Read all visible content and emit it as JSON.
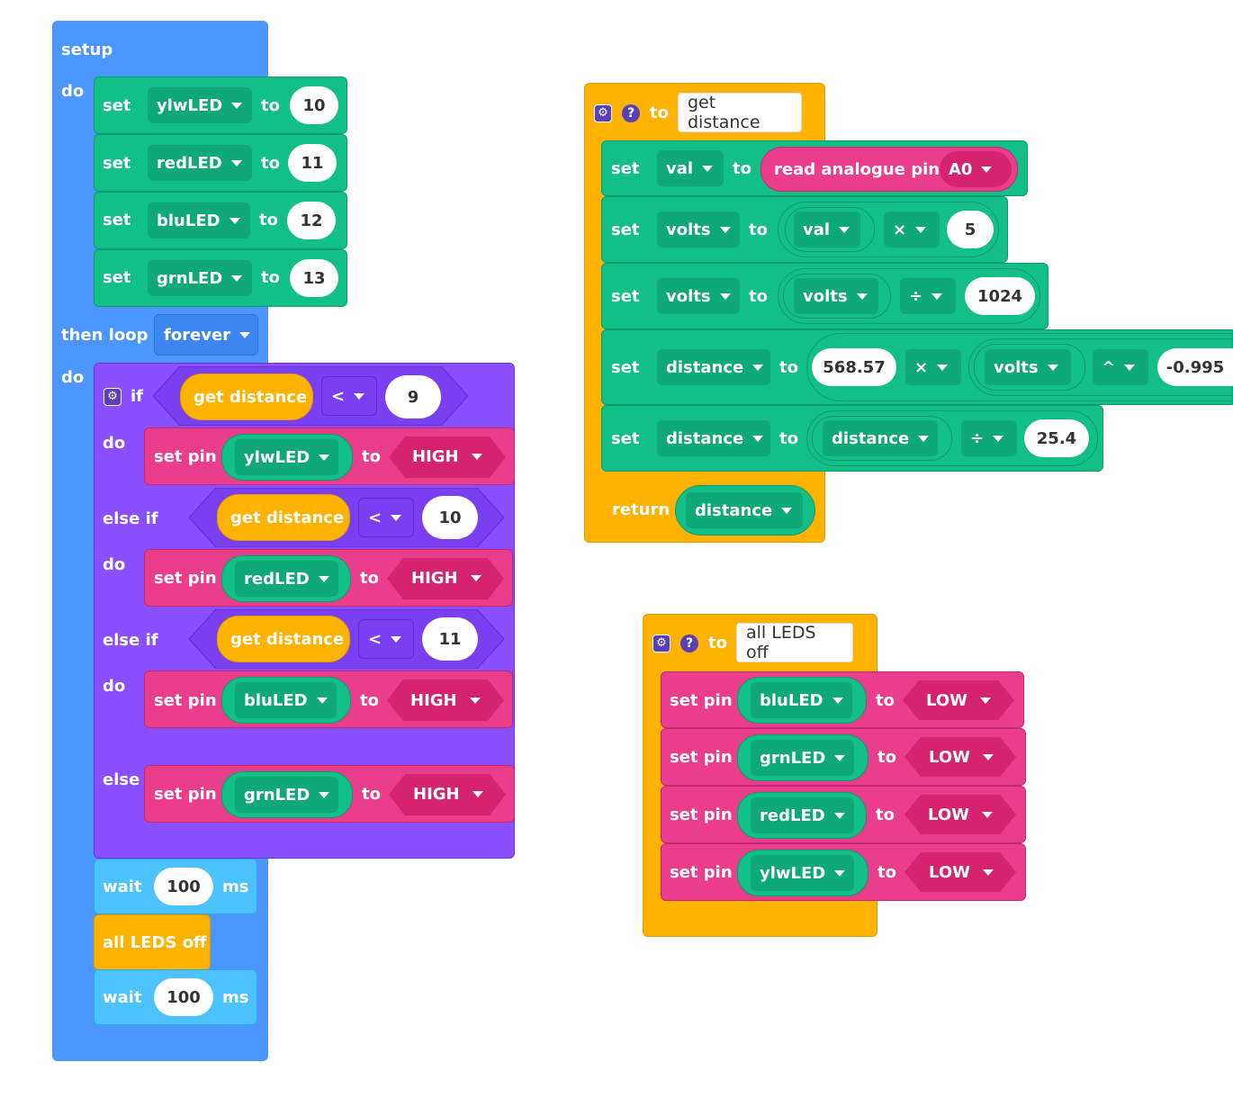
{
  "setup_block": {
    "title": "setup",
    "do1": "do",
    "sets": [
      {
        "kw": "set",
        "var": "ylwLED",
        "to": "to",
        "value": "10"
      },
      {
        "kw": "set",
        "var": "redLED",
        "to": "to",
        "value": "11"
      },
      {
        "kw": "set",
        "var": "bluLED",
        "to": "to",
        "value": "12"
      },
      {
        "kw": "set",
        "var": "grnLED",
        "to": "to",
        "value": "13"
      }
    ],
    "then_loop": "then loop",
    "loop_mode": "forever",
    "do2": "do"
  },
  "if_block": {
    "if": "if",
    "cond_fn": "get distance",
    "ops": [
      "<",
      "<",
      "<"
    ],
    "values": [
      "9",
      "10",
      "11"
    ],
    "do": "do",
    "else_if": "else if",
    "else": "else",
    "set_pin": "set pin",
    "to": "to",
    "pins": [
      "ylwLED",
      "redLED",
      "bluLED",
      "grnLED"
    ],
    "state": "HIGH"
  },
  "loop_tail": {
    "wait1": {
      "kw": "wait",
      "value": "100",
      "unit": "ms"
    },
    "call": "all LEDS off",
    "wait2": {
      "kw": "wait",
      "value": "100",
      "unit": "ms"
    }
  },
  "get_distance_fn": {
    "to": "to",
    "name": "get distance",
    "gear": "⚙",
    "help": "?",
    "set": "set",
    "to_kw": "to",
    "row1": {
      "var": "val",
      "fn": "read analogue pin",
      "pin": "A0"
    },
    "row2": {
      "var": "volts",
      "a": "val",
      "op": "×",
      "b": "5"
    },
    "row3": {
      "var": "volts",
      "a": "volts",
      "op": "÷",
      "b": "1024"
    },
    "row4": {
      "var": "distance",
      "a": "568.57",
      "op": "×",
      "b": "volts",
      "op2": "^",
      "c": "-0.995"
    },
    "row5": {
      "var": "distance",
      "a": "distance",
      "op": "÷",
      "b": "25.4"
    },
    "return": "return",
    "return_var": "distance"
  },
  "all_leds_off_fn": {
    "to": "to",
    "name": "all LEDS off",
    "gear": "⚙",
    "help": "?",
    "set_pin": "set pin",
    "to_kw": "to",
    "pins": [
      "bluLED",
      "grnLED",
      "redLED",
      "ylwLED"
    ],
    "state": "LOW"
  },
  "colors": {
    "control": "#4c97ff",
    "variables": "#12bf86",
    "logic": "#8a4fff",
    "pins": "#ea3d8c",
    "functions": "#ffb300",
    "timing": "#4cc3ff"
  }
}
